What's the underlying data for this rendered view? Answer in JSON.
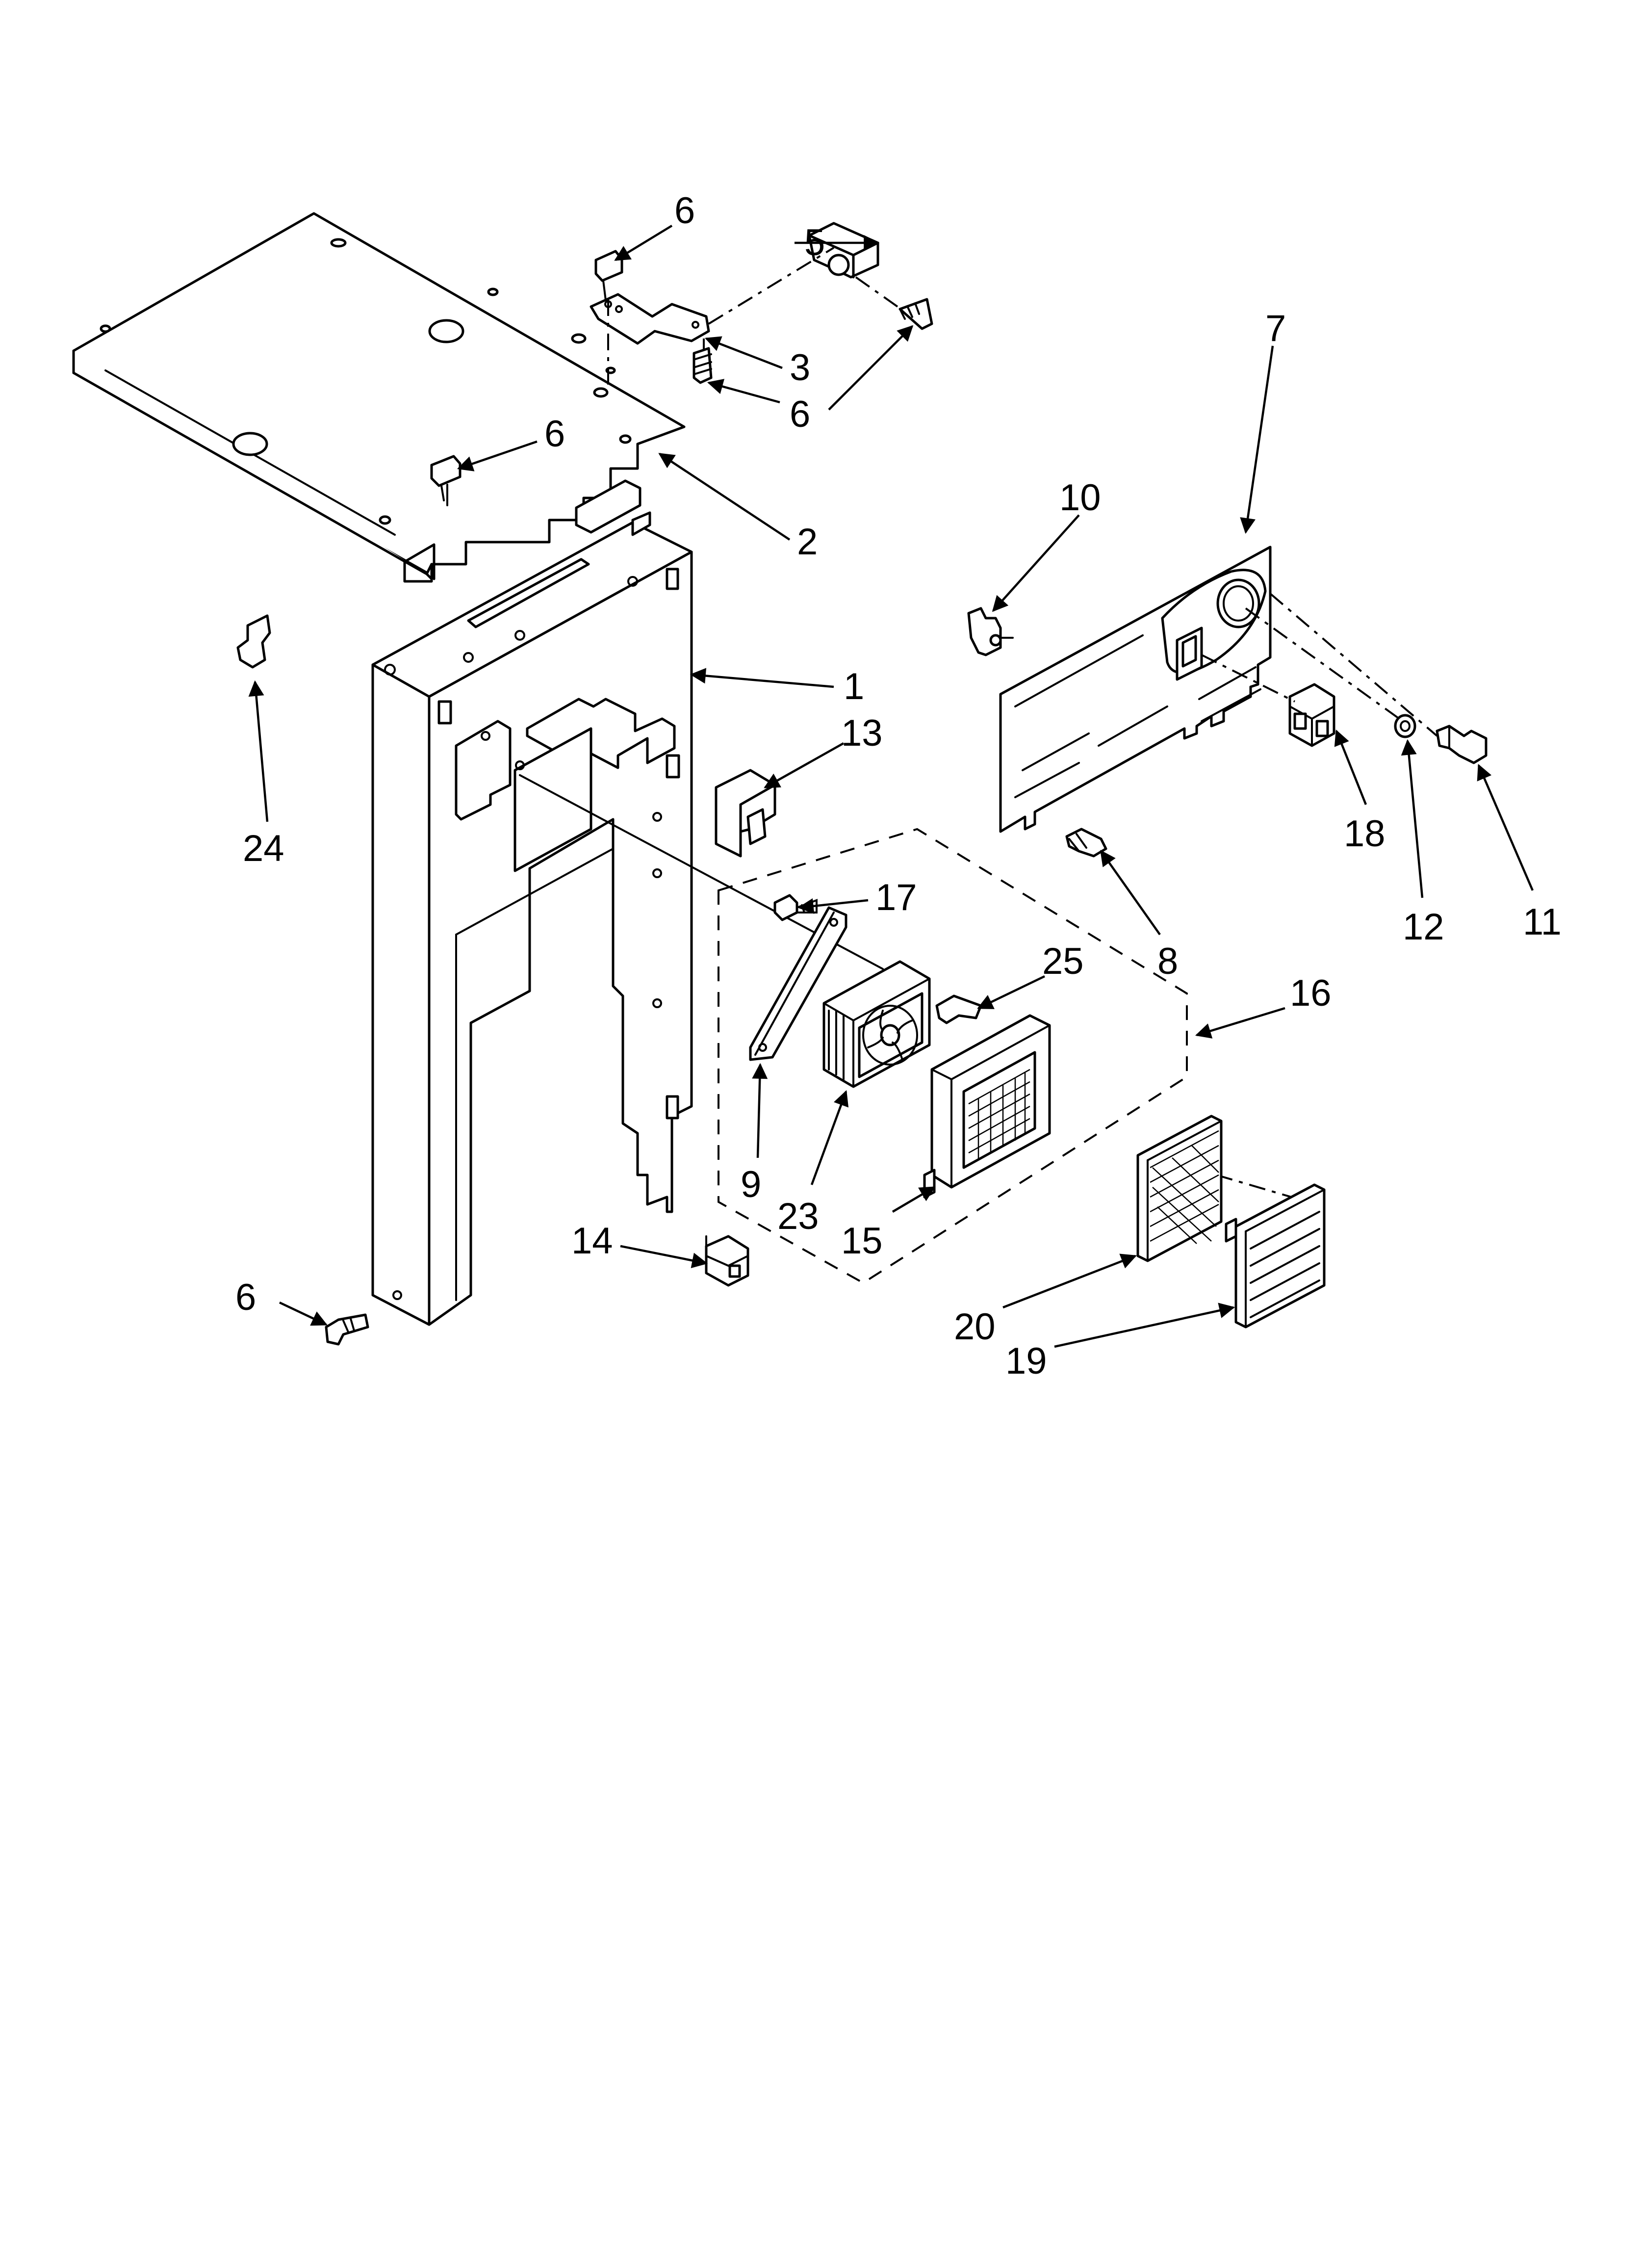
{
  "callouts": [
    {
      "id": "c1",
      "label": "1"
    },
    {
      "id": "c2",
      "label": "2"
    },
    {
      "id": "c3",
      "label": "3"
    },
    {
      "id": "c5",
      "label": "5"
    },
    {
      "id": "c6a",
      "label": "6"
    },
    {
      "id": "c6b",
      "label": "6"
    },
    {
      "id": "c6c",
      "label": "6"
    },
    {
      "id": "c6d",
      "label": "6"
    },
    {
      "id": "c7",
      "label": "7"
    },
    {
      "id": "c8",
      "label": "8"
    },
    {
      "id": "c9",
      "label": "9"
    },
    {
      "id": "c10",
      "label": "10"
    },
    {
      "id": "c11",
      "label": "11"
    },
    {
      "id": "c12",
      "label": "12"
    },
    {
      "id": "c13",
      "label": "13"
    },
    {
      "id": "c14",
      "label": "14"
    },
    {
      "id": "c15",
      "label": "15"
    },
    {
      "id": "c16",
      "label": "16"
    },
    {
      "id": "c17",
      "label": "17"
    },
    {
      "id": "c18",
      "label": "18"
    },
    {
      "id": "c19",
      "label": "19"
    },
    {
      "id": "c20",
      "label": "20"
    },
    {
      "id": "c23",
      "label": "23"
    },
    {
      "id": "c24",
      "label": "24"
    },
    {
      "id": "c25",
      "label": "25"
    }
  ]
}
